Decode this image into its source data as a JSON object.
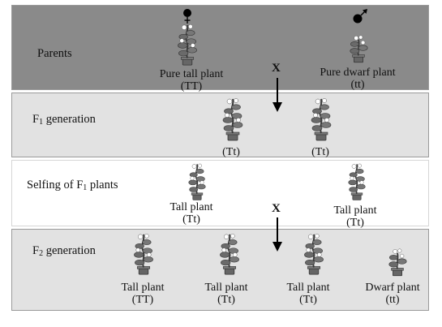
{
  "rows": {
    "parents": {
      "label": "Parents"
    },
    "f1": {
      "label_main": "F",
      "label_sub": "1",
      "label_rest": " generation"
    },
    "selfing": {
      "label_main": "Selfing of F",
      "label_sub": "1",
      "label_rest": " plants"
    },
    "f2": {
      "label_main": "F",
      "label_sub": "2",
      "label_rest": " generation"
    }
  },
  "parents": {
    "tall": {
      "name": "Pure tall plant",
      "genotype": "(TT)",
      "symbol": "female"
    },
    "dwarf": {
      "name": "Pure dwarf plant",
      "genotype": "(tt)",
      "symbol": "male"
    },
    "cross_label": "X"
  },
  "f1": {
    "plants": [
      {
        "genotype": "(Tt)"
      },
      {
        "genotype": "(Tt)"
      }
    ]
  },
  "selfing": {
    "plants": [
      {
        "name": "Tall plant",
        "genotype": "(Tt)"
      },
      {
        "name": "Tall plant",
        "genotype": "(Tt)"
      }
    ],
    "cross_label": "X"
  },
  "f2": {
    "plants": [
      {
        "name": "Tall plant",
        "genotype": "(TT)"
      },
      {
        "name": "Tall plant",
        "genotype": "(Tt)"
      },
      {
        "name": "Tall plant",
        "genotype": "(Tt)"
      },
      {
        "name": "Dwarf plant",
        "genotype": "(tt)"
      }
    ]
  },
  "colors": {
    "parents_band": "#8a8a8a",
    "light_band": "#e2e2e2",
    "plant": "#6a6a6a",
    "flower": "#ffffff"
  }
}
